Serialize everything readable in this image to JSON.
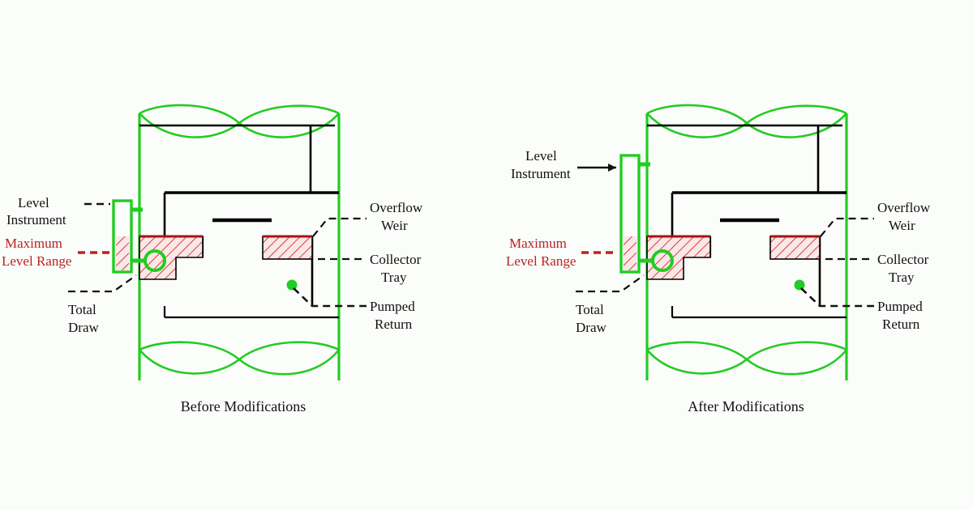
{
  "page": {
    "background_color": "#fbfdfa",
    "line_colors": {
      "vessel_green": "#22cc22",
      "internal_black": "#000000",
      "hatch_red": "#cc2222",
      "hatch_fill": "#fae7e7",
      "label_black": "#111111",
      "label_red": "#bb2222"
    }
  },
  "diagrams": [
    {
      "id": "before",
      "caption": "Before Modifications",
      "labels": {
        "level_instrument": "Level\nInstrument",
        "level_instrument_line1": "Level",
        "level_instrument_line2": "Instrument",
        "maximum_level_range_line1": "Maximum",
        "maximum_level_range_line2": "Level Range",
        "total_draw_line1": "Total",
        "total_draw_line2": "Draw",
        "overflow_weir_line1": "Overflow",
        "overflow_weir_line2": "Weir",
        "collector_tray_line1": "Collector",
        "collector_tray_line2": "Tray",
        "pumped_return_line1": "Pumped",
        "pumped_return_line2": "Return"
      },
      "level_instrument_style": "short-bridle",
      "has_arrow_pointer": false
    },
    {
      "id": "after",
      "caption": "After Modifications",
      "labels": {
        "level_instrument": "Level\nInstrument",
        "level_instrument_line1": "Level",
        "level_instrument_line2": "Instrument",
        "maximum_level_range_line1": "Maximum",
        "maximum_level_range_line2": "Level Range",
        "total_draw_line1": "Total",
        "total_draw_line2": "Draw",
        "overflow_weir_line1": "Overflow",
        "overflow_weir_line2": "Weir",
        "collector_tray_line1": "Collector",
        "collector_tray_line2": "Tray",
        "pumped_return_line1": "Pumped",
        "pumped_return_line2": "Return"
      },
      "level_instrument_style": "tall-bridle",
      "has_arrow_pointer": true
    }
  ]
}
